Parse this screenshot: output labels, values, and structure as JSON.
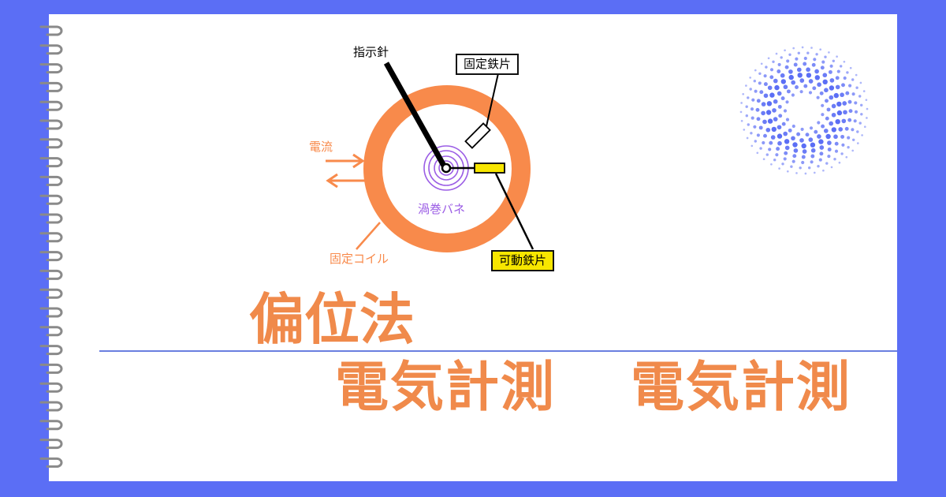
{
  "diagram": {
    "pointer_label": "指示針",
    "fixed_iron_label": "固定鉄片",
    "moving_iron_label": "可動鉄片",
    "current_label": "電流",
    "spring_label": "渦巻バネ",
    "coil_label": "固定コイル"
  },
  "heading": {
    "method": "偏位法",
    "subject_1": "電気計測",
    "subject_2": "電気計測"
  },
  "colors": {
    "background": "#5b6ef5",
    "coil": "#f88a4b",
    "spring": "#9b5de5",
    "moving_iron": "#f7e600",
    "title": "#f08a4b",
    "divider": "#6a7fe0"
  },
  "icons": [
    "spiral-binding-icon",
    "dot-halftone-circle-icon",
    "arrow-right-icon",
    "arrow-left-icon"
  ]
}
